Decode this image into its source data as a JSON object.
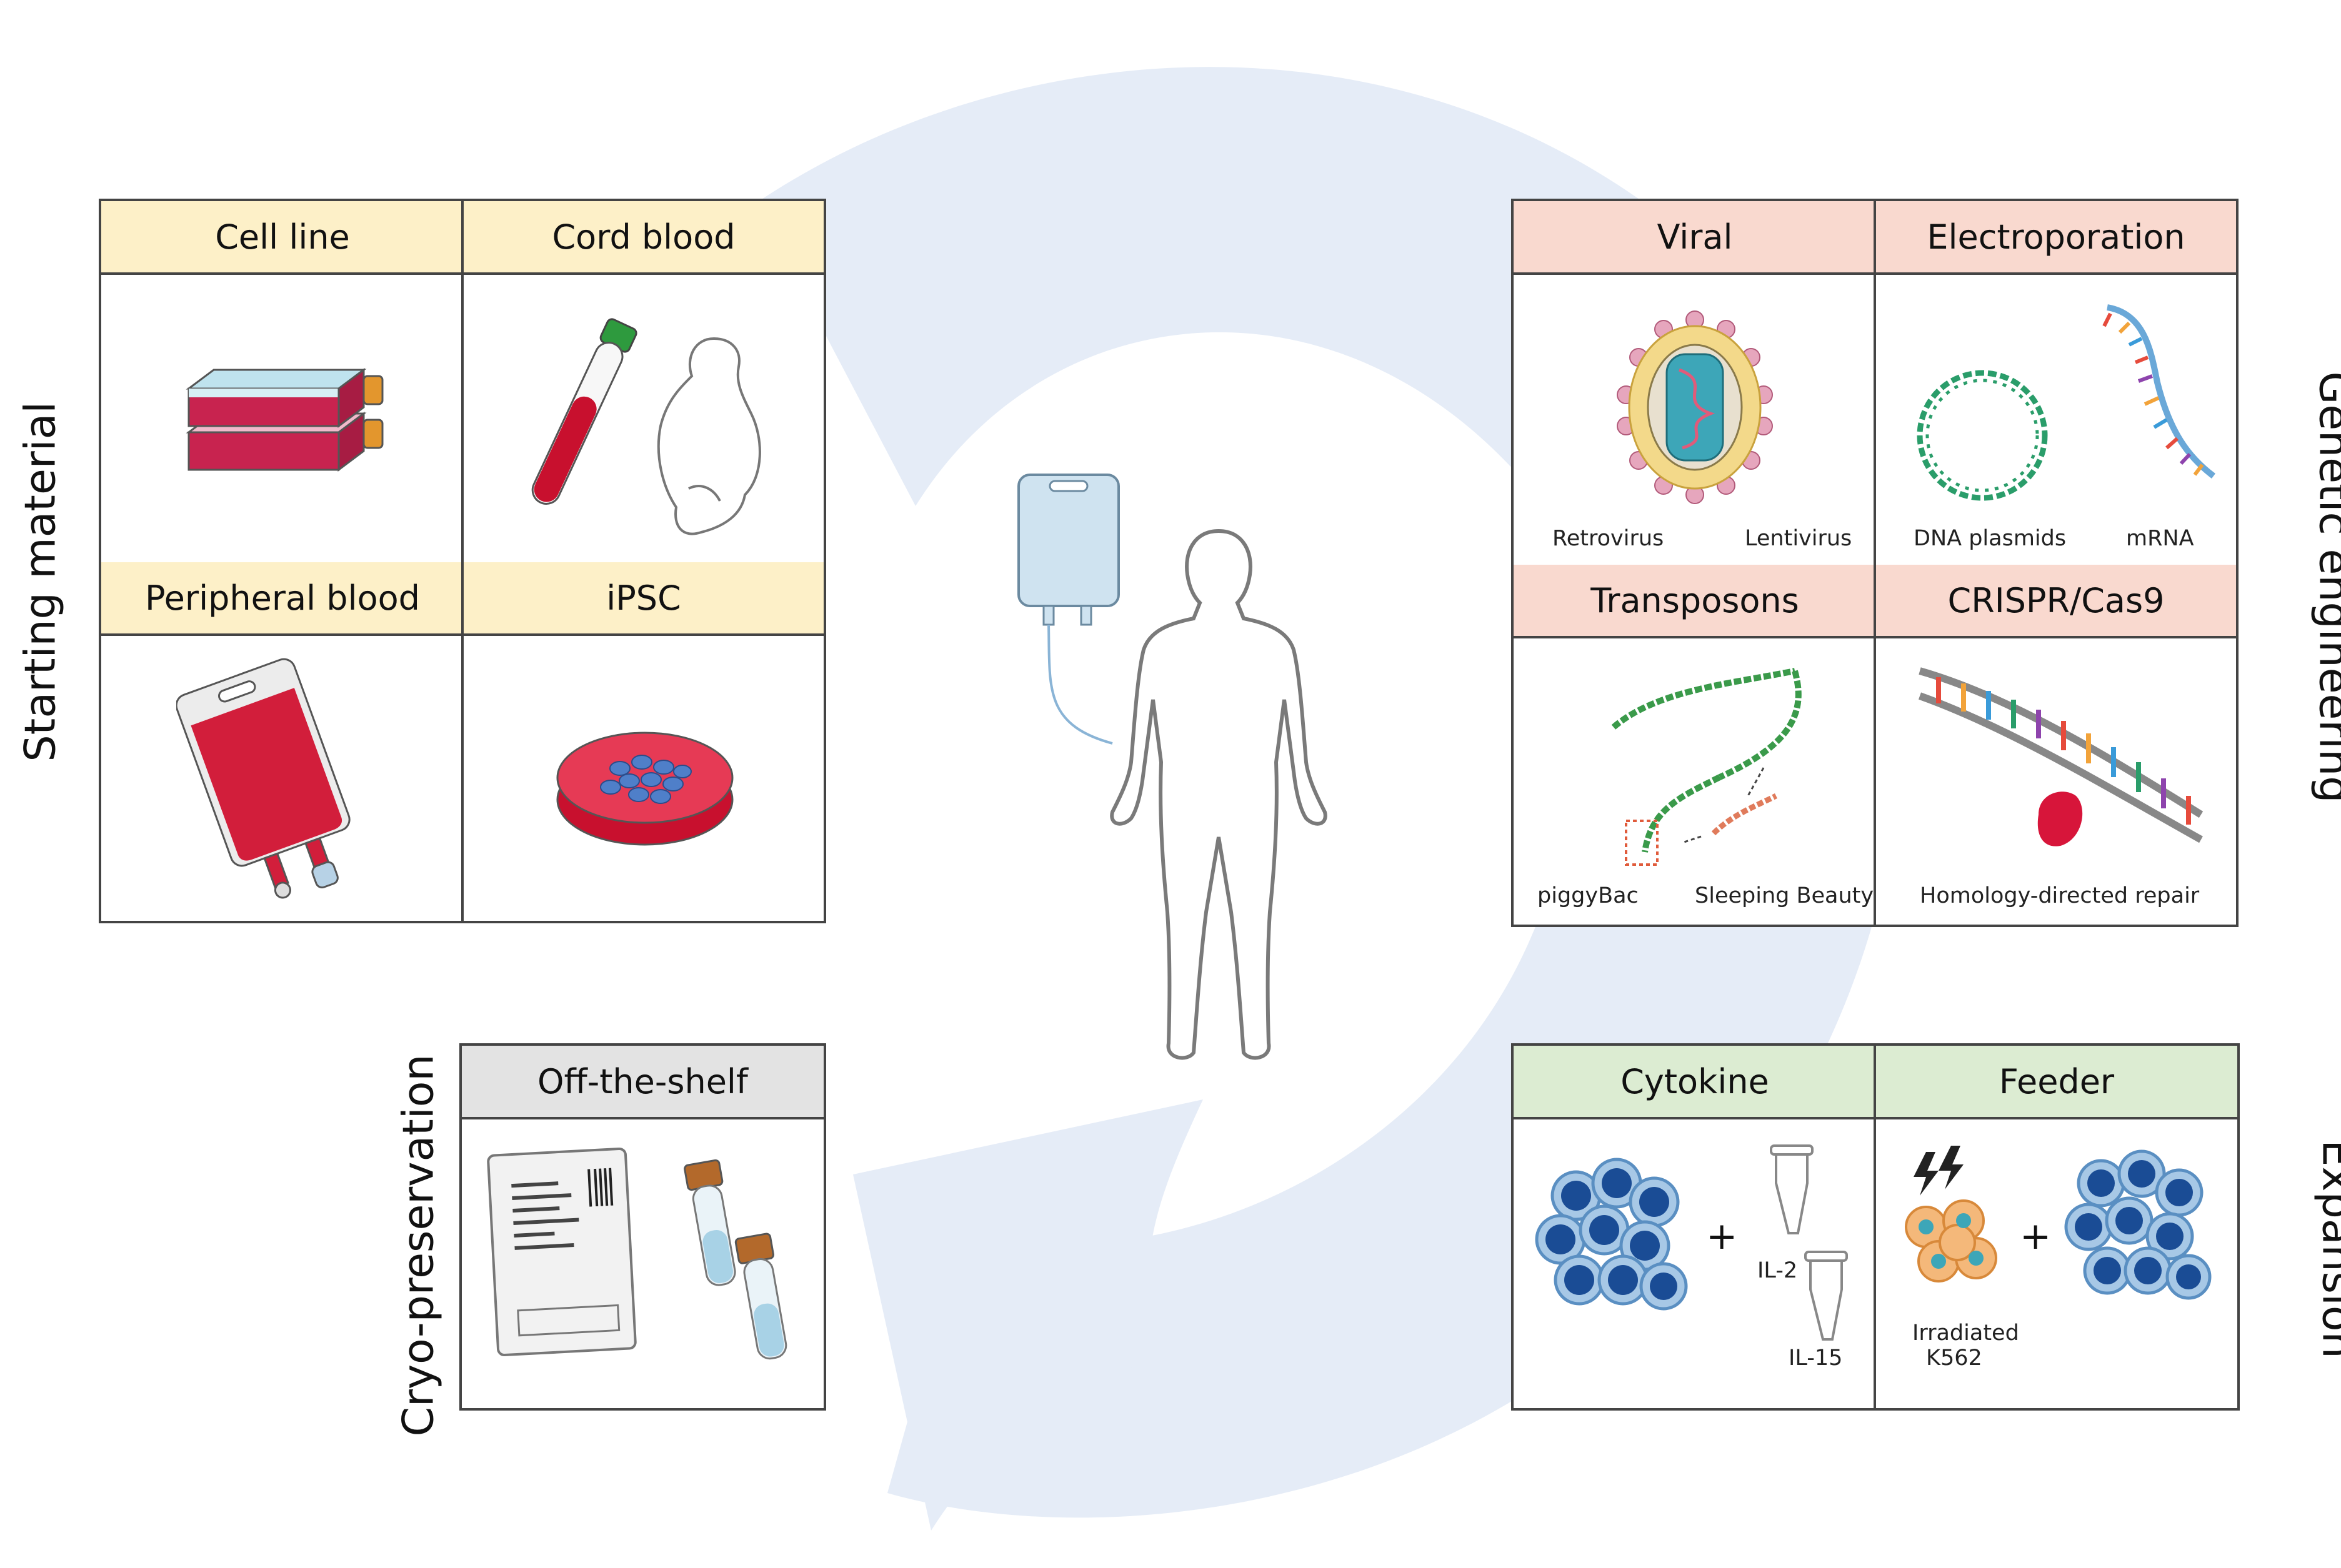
{
  "colors": {
    "arrow": "#e5ecf7",
    "header_yellow": "#fdf0c8",
    "header_pink": "#f9d9cf",
    "header_green": "#dcecd2",
    "header_grey": "#e3e3e3",
    "border": "#444444"
  },
  "sections": {
    "starting_material": {
      "side_label": "Starting material",
      "cells": [
        {
          "title": "Cell line",
          "icon": "stacked-flasks-icon"
        },
        {
          "title": "Cord blood",
          "icon": "blood-tube-and-baby-icon"
        },
        {
          "title": "Peripheral blood",
          "icon": "blood-bag-icon"
        },
        {
          "title": "iPSC",
          "icon": "petri-dish-icon"
        }
      ]
    },
    "genetic_engineering": {
      "side_label": "Genetic engineering",
      "cells": [
        {
          "title": "Viral",
          "icon": "virus-icon",
          "sublabels": [
            "Retrovirus",
            "Lentivirus"
          ]
        },
        {
          "title": "Electroporation",
          "icon": "dna-plasmid-and-mrna-icon",
          "sublabels": [
            "DNA plasmids",
            "mRNA"
          ]
        },
        {
          "title": "Transposons",
          "icon": "transposon-helix-icon",
          "sublabels": [
            "piggyBac",
            "Sleeping Beauty"
          ]
        },
        {
          "title": "CRISPR/Cas9",
          "icon": "crispr-cas9-icon",
          "sublabels": [
            "Homology-directed repair"
          ]
        }
      ]
    },
    "expansion": {
      "side_label": "Expansion",
      "cells": [
        {
          "title": "Cytokine",
          "icon": "cell-cluster-and-tubes-icon",
          "sublabels": [
            "IL-2",
            "IL-15"
          ]
        },
        {
          "title": "Feeder",
          "icon": "feeder-cells-icon",
          "sublabels": [
            "Irradiated",
            "K562"
          ]
        }
      ]
    },
    "cryopreservation": {
      "side_label": "Cryo-preservation",
      "cells": [
        {
          "title": "Off-the-shelf",
          "icon": "cryo-bag-and-vials-icon"
        }
      ]
    }
  },
  "center": {
    "icon": "patient-with-iv-bag-icon"
  }
}
